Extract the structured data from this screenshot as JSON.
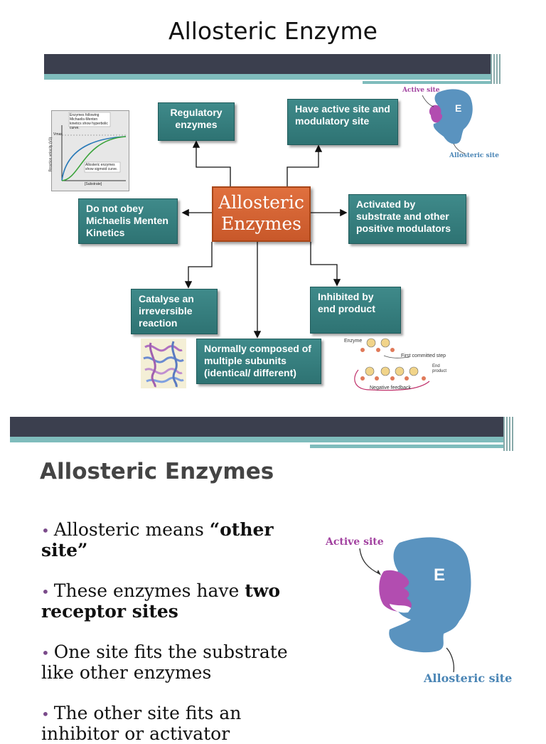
{
  "slide1": {
    "title": "Allosteric Enzyme",
    "center": "Allosteric Enzymes",
    "boxes": {
      "regulatory": "Regulatory enzymes",
      "active_modulatory": "Have active site and modulatory site",
      "not_obey": "Do not obey Michaelis Menten Kinetics",
      "activated": "Activated by substrate and other positive modulators",
      "irreversible": "Catalyse an irreversible reaction",
      "inhibited": "Inhibited by end product",
      "subunits": "Normally composed of multiple subunits (identical/ different)"
    },
    "graph_thumb": {
      "note1": "Enzymes following Michaelis-Menten kinetics show hyperbolic curve.",
      "note2": "Allosteric enzymes show sigmoid curve.",
      "ylabel": "Reaction velocity (V0)",
      "xlabel": "[Substrate]",
      "vmax": "Vmax"
    },
    "enzyme_small": {
      "active": "Active site",
      "allosteric": "Allosteric site",
      "letter": "E"
    },
    "feedback": {
      "enzyme": "Enzyme",
      "first_step": "First committed step",
      "end_product": "End product",
      "neg": "Negative feedback"
    }
  },
  "slide2": {
    "title": "Allosteric Enzymes",
    "bullets": [
      {
        "pre": "Allosteric means ",
        "bold": "“other site”",
        "post": ""
      },
      {
        "pre": "These enzymes have ",
        "bold": "two receptor sites",
        "post": ""
      },
      {
        "pre": "One site fits the substrate like other enzymes",
        "bold": "",
        "post": ""
      },
      {
        "pre": "The other site fits an inhibitor or activator",
        "bold": "",
        "post": ""
      }
    ],
    "enzyme": {
      "active": "Active site",
      "allosteric": "Allosteric site",
      "letter": "E"
    }
  },
  "colors": {
    "teal_box": "#2e7373",
    "orange": "#d4622f",
    "bar_dark": "#3b3f4e",
    "stripe": "#7fbcbc",
    "enzyme_blue": "#5a93bf",
    "active_purple": "#b24db0"
  }
}
